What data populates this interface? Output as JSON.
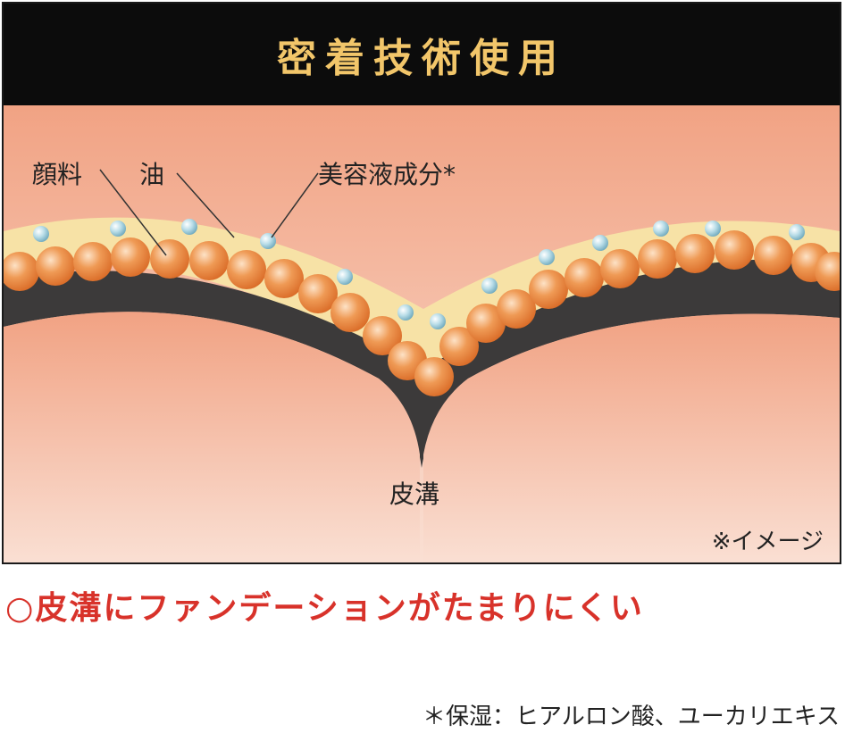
{
  "header": {
    "title": "密着技術使用"
  },
  "labels": {
    "pigment": "顔料",
    "oil": "油",
    "serum": "美容液成分*",
    "skin_groove": "皮溝",
    "image_note": "※イメージ"
  },
  "caption": "○皮溝にファンデーションがたまりにくい",
  "footnote": "＊保湿：ヒアルロン酸、ユーカリエキス",
  "colors": {
    "header_bg": "#0c0c0c",
    "header_text": "#f2c66a",
    "caption_text": "#d8322a",
    "oil_layer": "#f7e2a6",
    "pigment": "#e8833e",
    "serum_droplet": "#9ed0de",
    "skin_top": "#f1a283",
    "skin_bottom": "#fae0d4",
    "dark_layer": "#3c3a3a"
  }
}
